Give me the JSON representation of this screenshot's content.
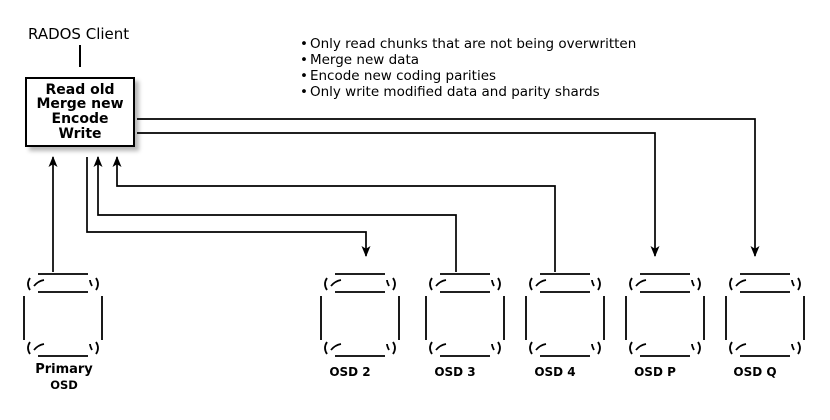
{
  "diagram": {
    "title": "RADOS Client",
    "operation_box": {
      "lines": [
        "Read old",
        "Merge new",
        "Encode",
        "Write"
      ]
    },
    "bullets": [
      "Only read chunks that are not being overwritten",
      "Merge new data",
      "Encode new coding parities",
      "Only write modified data and parity shards"
    ],
    "primary": {
      "line1": "Primary",
      "line2": "OSD"
    },
    "osds": [
      {
        "label": "OSD 2"
      },
      {
        "label": "OSD 3"
      },
      {
        "label": "OSD 4"
      },
      {
        "label": "OSD P"
      },
      {
        "label": "OSD Q"
      }
    ],
    "colors": {
      "stroke": "#000000",
      "background": "#ffffff"
    }
  }
}
